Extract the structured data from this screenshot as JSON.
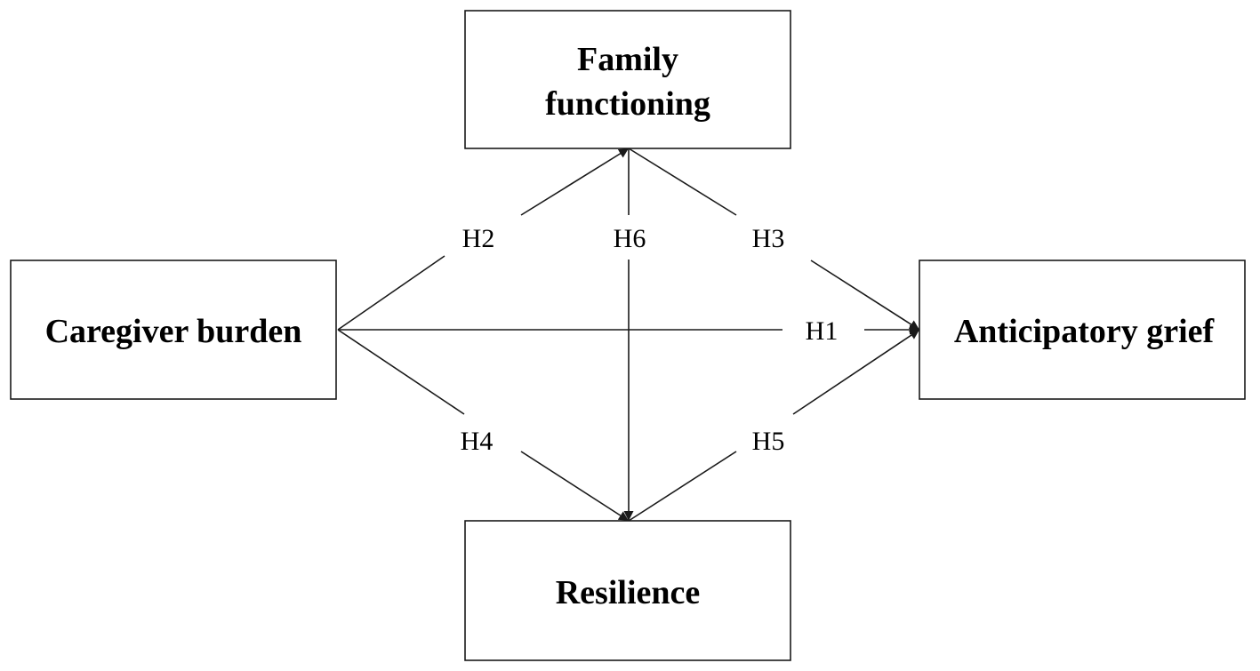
{
  "nodes": {
    "family_functioning": {
      "line1": "Family",
      "line2": "functioning"
    },
    "caregiver_burden": {
      "label": "Caregiver burden"
    },
    "anticipatory_grief": {
      "label": "Anticipatory grief"
    },
    "resilience": {
      "label": "Resilience"
    }
  },
  "hypotheses": {
    "h1": "H1",
    "h2": "H2",
    "h3": "H3",
    "h4": "H4",
    "h5": "H5",
    "h6": "H6"
  },
  "colors": {
    "stroke": "#1a1a1a",
    "background": "#ffffff"
  }
}
